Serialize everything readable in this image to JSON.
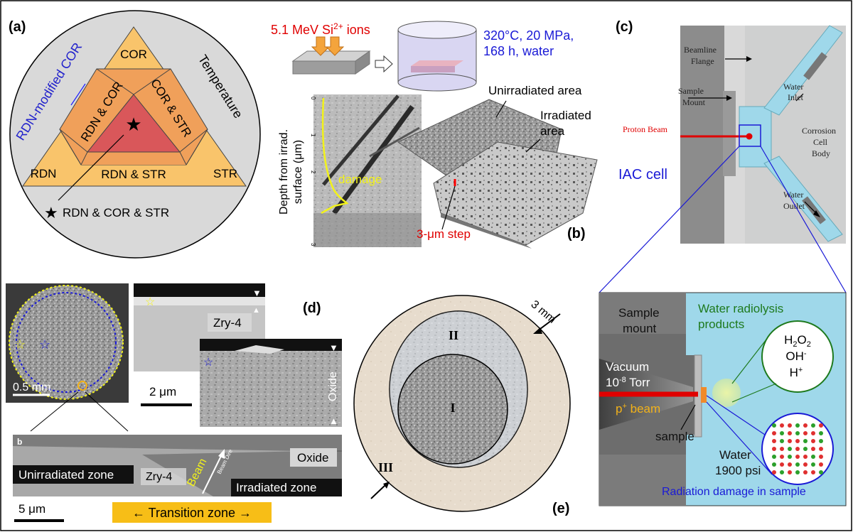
{
  "panel_a": {
    "label": "(a)",
    "outer_left_label": "RDN-modified COR",
    "outer_right_label": "Temperature",
    "tri_top": "COR",
    "tri_left": "RDN",
    "tri_right": "STR",
    "mid_left": "RDN & COR",
    "mid_right": "COR & STR",
    "mid_bottom": "RDN & STR",
    "legend": "RDN & COR & STR",
    "colors": {
      "circle": "#d9d9d9",
      "outer": "#f9c46b",
      "mid": "#f0a05a",
      "center": "#d9575a"
    }
  },
  "panel_b": {
    "label": "(b)",
    "ions": "5.1 MeV Si",
    "ions_charge": "2+",
    "ions_suffix": " ions",
    "cond_line1": "320°C, 20 MPa,",
    "cond_line2": "168 h, water",
    "ylabel_line1": "Depth from irrad.",
    "ylabel_line2": "surface (μm)",
    "damage": "damage",
    "unirr": "Unirradiated area",
    "irr_line1": "Irradiated",
    "irr_line2": "area",
    "step": "3-μm step",
    "tick0": "0",
    "tick1": "1",
    "tick2": "2",
    "tick3": "3"
  },
  "panel_c": {
    "label": "(c)",
    "beamline_1": "Beamline",
    "beamline_2": "Flange",
    "sample_mount_1": "Sample",
    "sample_mount_2": "Mount",
    "proton_beam": "Proton Beam",
    "water_inlet_1": "Water",
    "water_inlet_2": "Inlet",
    "corrosion_1": "Corrosion",
    "corrosion_2": "Cell",
    "corrosion_3": "Body",
    "water_outlet_1": "Water",
    "water_outlet_2": "Outlet",
    "iac": "IAC cell",
    "zoom_mount_1": "Sample",
    "zoom_mount_2": "mount",
    "radiolysis_1": "Water radiolysis",
    "radiolysis_2": "products",
    "h2o2": "H",
    "oh": "OH",
    "hplus": "H",
    "vacuum_1": "Vacuum",
    "vacuum_2": "10",
    "vacuum_exp": "-8",
    "vacuum_unit": " Torr",
    "pbeam": "p",
    "pbeam_suffix": " beam",
    "sample": "sample",
    "water_1": "Water",
    "water_2": "1900 psi",
    "damage": "Radiation damage in sample"
  },
  "panel_d": {
    "label": "(d)",
    "scale1": "0.5 mm",
    "scale2": "2 μm",
    "scale3": "5 μm",
    "zry": "Zry-4",
    "oxide_v": "Oxide",
    "b": "b",
    "oxide": "Oxide",
    "unirr": "Unirradiated zone",
    "zry2": "Zry-4",
    "beam": "Beam",
    "beam_dir": "Beam Dire",
    "irr": "Irradiated zone",
    "transition": "← Transition zone →"
  },
  "panel_e": {
    "label": "(e)",
    "dim": "3 mm",
    "r1": "I",
    "r2": "II",
    "r3": "III"
  }
}
